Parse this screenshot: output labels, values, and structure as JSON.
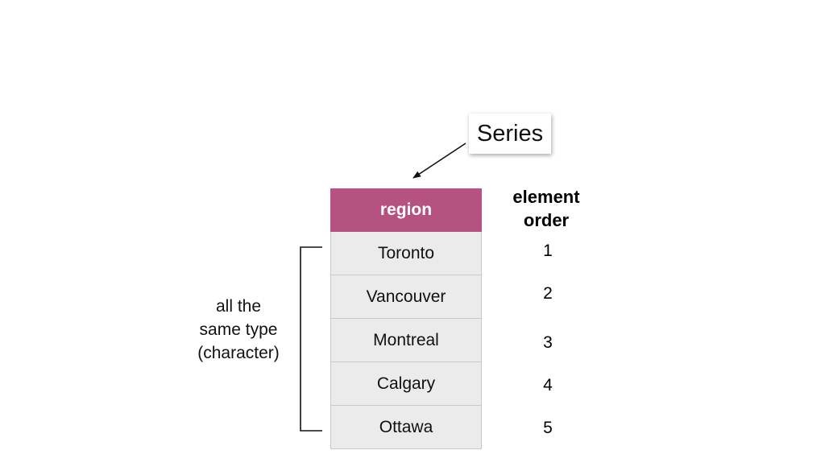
{
  "callout": {
    "label": "Series"
  },
  "series": {
    "header": "region",
    "header_color": "#b5527f",
    "values": [
      "Toronto",
      "Vancouver",
      "Montreal",
      "Calgary",
      "Ottawa"
    ]
  },
  "order": {
    "header_line1": "element",
    "header_line2": "order",
    "numbers": [
      "1",
      "2",
      "3",
      "4",
      "5"
    ]
  },
  "bracket_label": {
    "line1": "all the",
    "line2": "same type",
    "line3": "(character)"
  }
}
